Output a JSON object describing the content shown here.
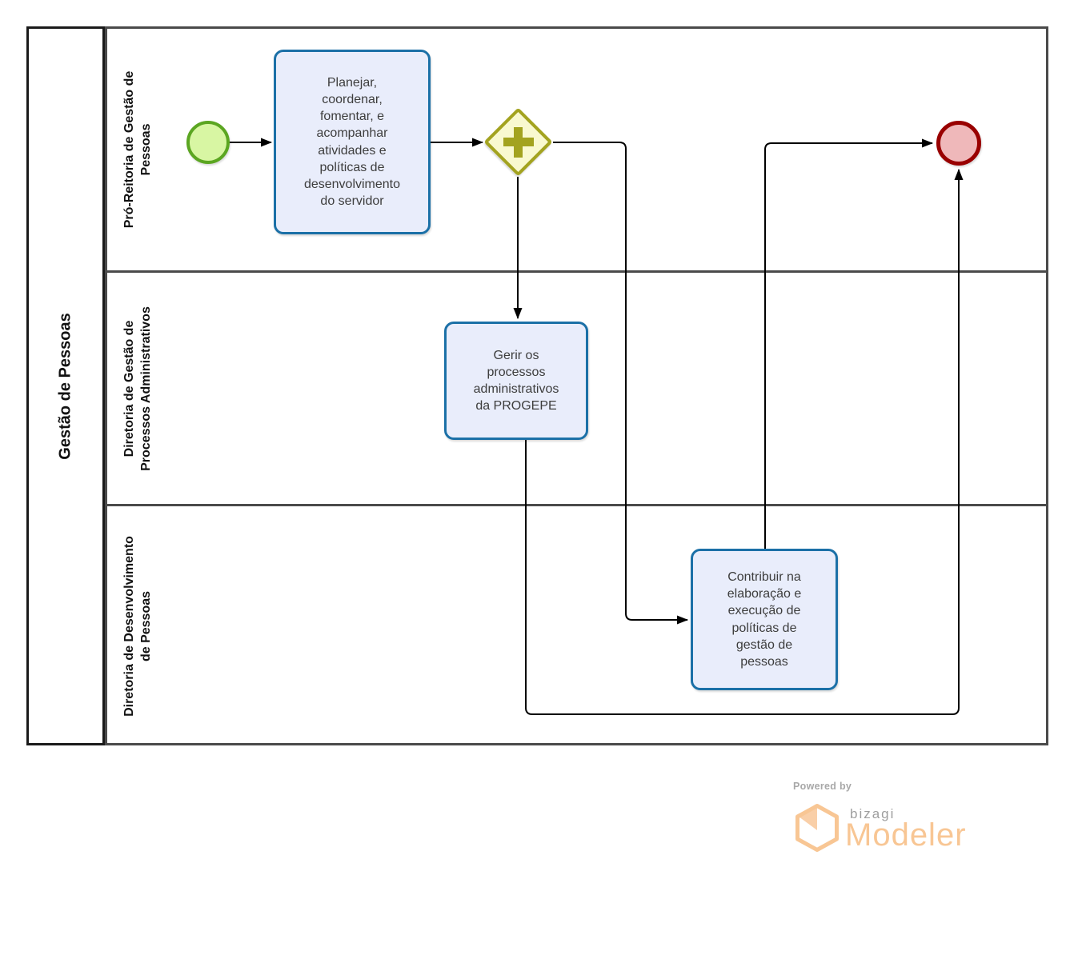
{
  "pool": {
    "label": "Gestão de Pessoas"
  },
  "lanes": [
    {
      "label": "Pró-Reitoria de Gestão de Pessoas"
    },
    {
      "label": "Diretoria de Gestão de Processos Administrativos"
    },
    {
      "label": "Diretoria de Desenvolvimento de Pessoas"
    }
  ],
  "nodes": {
    "task_planejar": {
      "label": "Planejar, coordenar, fomentar, e acompanhar atividades e políticas de desenvolvimento do servidor"
    },
    "task_gerir": {
      "label": "Gerir os processos administrativos da PROGEPE"
    },
    "task_contribuir": {
      "label": "Contribuir na elaboração e execução de políticas de gestão de pessoas"
    }
  },
  "footer": {
    "powered_by": "Powered by",
    "brand": "bizagi",
    "product": "Modeler"
  },
  "colors": {
    "task_fill": "#e9edfb",
    "task_border": "#1b70a7",
    "gateway_fill": "#f9f9d0",
    "gateway_border": "#a3a31f",
    "start_fill": "#d8f6a3",
    "start_border": "#5ba621",
    "end_fill": "#efb8ba",
    "end_border": "#990000",
    "flow": "#000000",
    "pool_border": "#1a1a1a",
    "lane_border": "#4a4a4a",
    "text": "#3d3d3d",
    "brand_orange": "#f8c694",
    "brand_gray": "#9e9e9e"
  }
}
